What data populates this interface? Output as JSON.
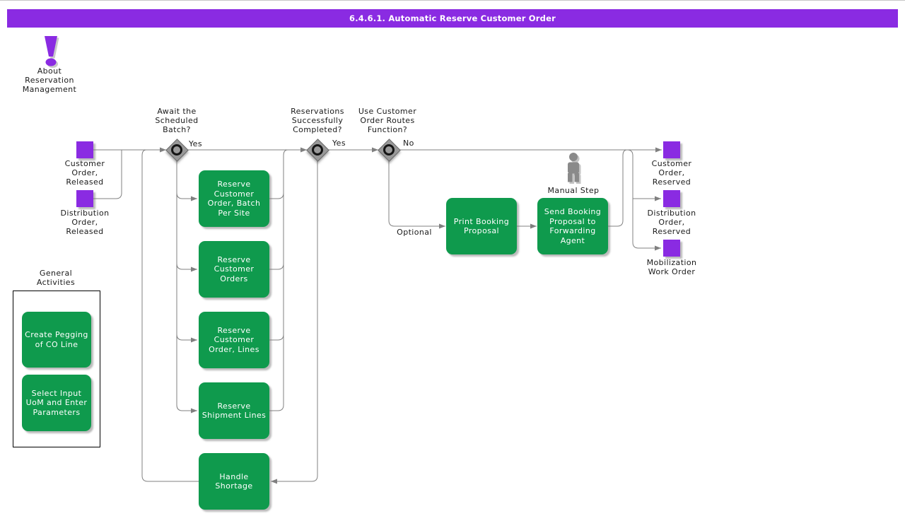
{
  "title": "6.4.6.1. Automatic Reserve Customer Order",
  "about": "About\nReservation\nManagement",
  "inputs": [
    {
      "label": "Customer\nOrder,\nReleased"
    },
    {
      "label": "Distribution\nOrder,\nReleased"
    }
  ],
  "decisions": [
    {
      "label": "Await the\nScheduled\nBatch?",
      "branch": "Yes"
    },
    {
      "label": "Reservations\nSuccessfully\nCompleted?",
      "branch": "Yes"
    },
    {
      "label": "Use Customer\nOrder Routes\nFunction?",
      "branch": "No"
    }
  ],
  "tasks": [
    {
      "label": "Reserve\nCustomer\nOrder, Batch\nPer Site"
    },
    {
      "label": "Reserve\nCustomer\nOrders"
    },
    {
      "label": "Reserve\nCustomer\nOrder, Lines"
    },
    {
      "label": "Reserve\nShipment Lines"
    },
    {
      "label": "Handle Shortage"
    },
    {
      "label": "Print Booking\nProposal"
    },
    {
      "label": "Send Booking\nProposal to\nForwarding\nAgent"
    }
  ],
  "outputs": [
    {
      "label": "Customer\nOrder,\nReserved"
    },
    {
      "label": "Distribution\nOrder,\nReserved"
    },
    {
      "label": "Mobilization\nWork Order"
    }
  ],
  "general": {
    "label": "General\nActivities",
    "tasks": [
      {
        "label": "Create Pegging\nof CO Line"
      },
      {
        "label": "Select Input\nUoM and Enter\nParameters"
      }
    ]
  },
  "edge_labels": {
    "optional": "Optional",
    "manual_step": "Manual Step"
  },
  "colors": {
    "purple": "#8A2BE2",
    "green": "#0F9A4D",
    "line": "#808080",
    "diamond": "#999999"
  }
}
